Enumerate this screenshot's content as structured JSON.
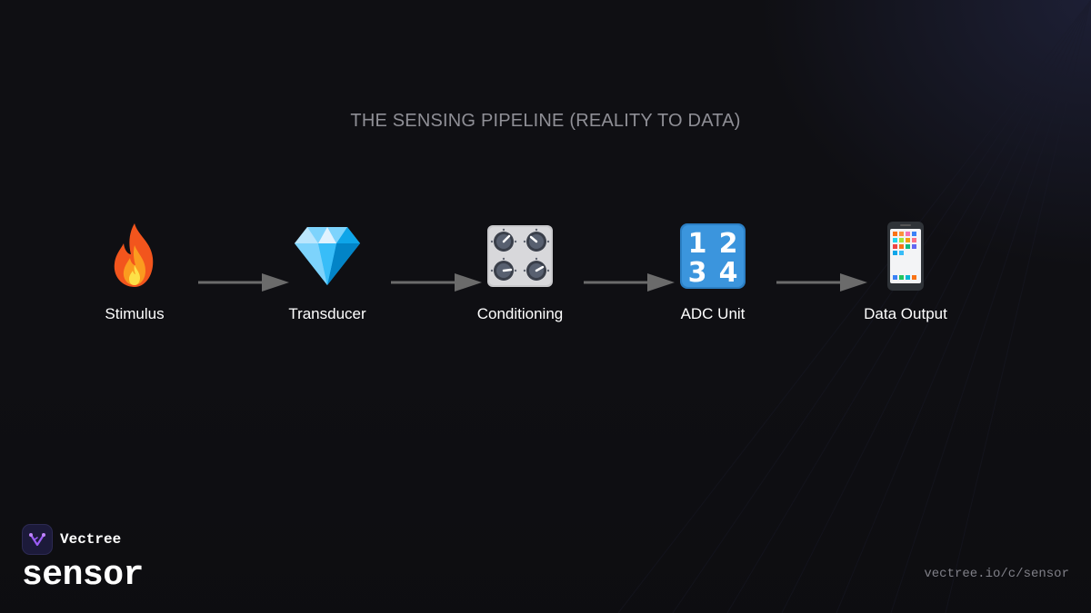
{
  "title": "THE SENSING PIPELINE (REALITY TO DATA)",
  "pipeline": {
    "stages": [
      {
        "label": "Stimulus",
        "icon": "fire-icon"
      },
      {
        "label": "Transducer",
        "icon": "gem-icon"
      },
      {
        "label": "Conditioning",
        "icon": "control-knobs-icon"
      },
      {
        "label": "ADC Unit",
        "icon": "numbers-1234-icon"
      },
      {
        "label": "Data Output",
        "icon": "mobile-phone-icon"
      }
    ],
    "arrow_color": "#6b6b6b"
  },
  "brand": {
    "name": "Vectree",
    "product": "sensor",
    "logo_icon": "vectree-logo-icon",
    "accent": "#9b5cf6"
  },
  "footer": {
    "url": "vectree.io/c/sensor"
  },
  "colors": {
    "background": "#0f0f13",
    "title": "#8f8f96",
    "label": "#ffffff"
  }
}
